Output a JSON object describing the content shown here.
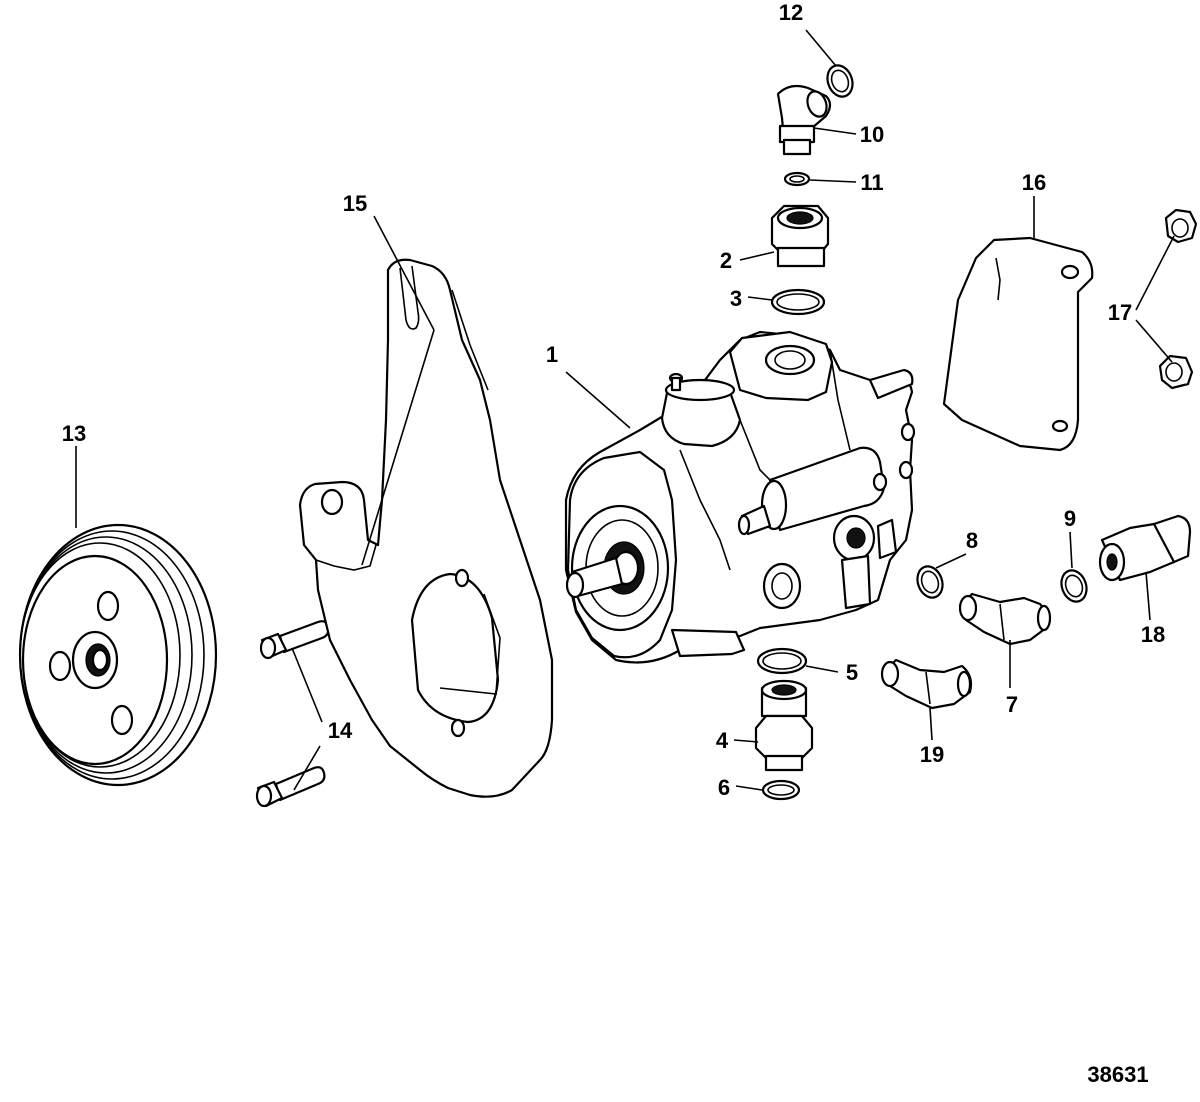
{
  "figure_number": "38631",
  "callouts": {
    "c1": "1",
    "c2": "2",
    "c3": "3",
    "c4": "4",
    "c5": "5",
    "c6": "6",
    "c7": "7",
    "c8": "8",
    "c9": "9",
    "c10": "10",
    "c11": "11",
    "c12": "12",
    "c13": "13",
    "c14": "14",
    "c15": "15",
    "c16": "16",
    "c17": "17",
    "c18": "18",
    "c19": "19"
  },
  "colors": {
    "line": "#000000",
    "background": "#ffffff"
  }
}
